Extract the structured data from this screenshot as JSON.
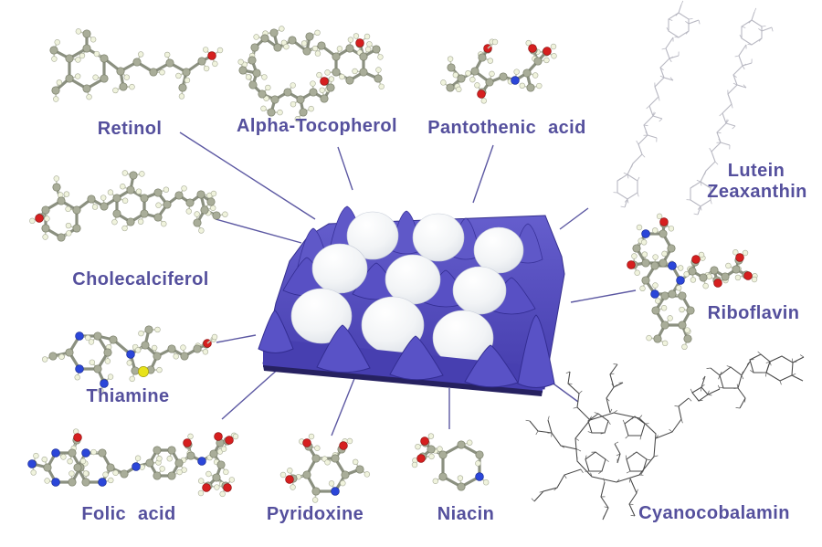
{
  "figure": {
    "eggs_in_carton": 9
  },
  "molecules": [
    {
      "id": "retinol",
      "name": "Retinol"
    },
    {
      "id": "alpha-tocopherol",
      "name": "Alpha-Tocopherol"
    },
    {
      "id": "pantothenic-acid",
      "name": "Pantothenic acid"
    },
    {
      "id": "lutein",
      "name": "Lutein"
    },
    {
      "id": "zeaxanthin",
      "name": "Zeaxanthin"
    },
    {
      "id": "cholecalciferol",
      "name": "Cholecalciferol"
    },
    {
      "id": "riboflavin",
      "name": "Riboflavin"
    },
    {
      "id": "thiamine",
      "name": "Thiamine"
    },
    {
      "id": "folic-acid",
      "name": "Folic acid"
    },
    {
      "id": "pyridoxine",
      "name": "Pyridoxine"
    },
    {
      "id": "niacin",
      "name": "Niacin"
    },
    {
      "id": "cyanocobalamin",
      "name": "Cyanocobalamin"
    }
  ],
  "colors": {
    "label_text": "#55509d",
    "connector_line": "#5c58a2",
    "carton_purple": "#5850c4",
    "carton_shadow": "#2f2a84",
    "egg_white": "#f2f4f6",
    "atom_carbon": "#a9ad99",
    "atom_hydrogen": "#f0f3dd",
    "atom_oxygen": "#d61f1f",
    "atom_nitrogen": "#2b46d9",
    "atom_sulfur": "#e8e31a",
    "skeletal_light": "#b8b8c2",
    "skeletal_dark": "#474747"
  }
}
